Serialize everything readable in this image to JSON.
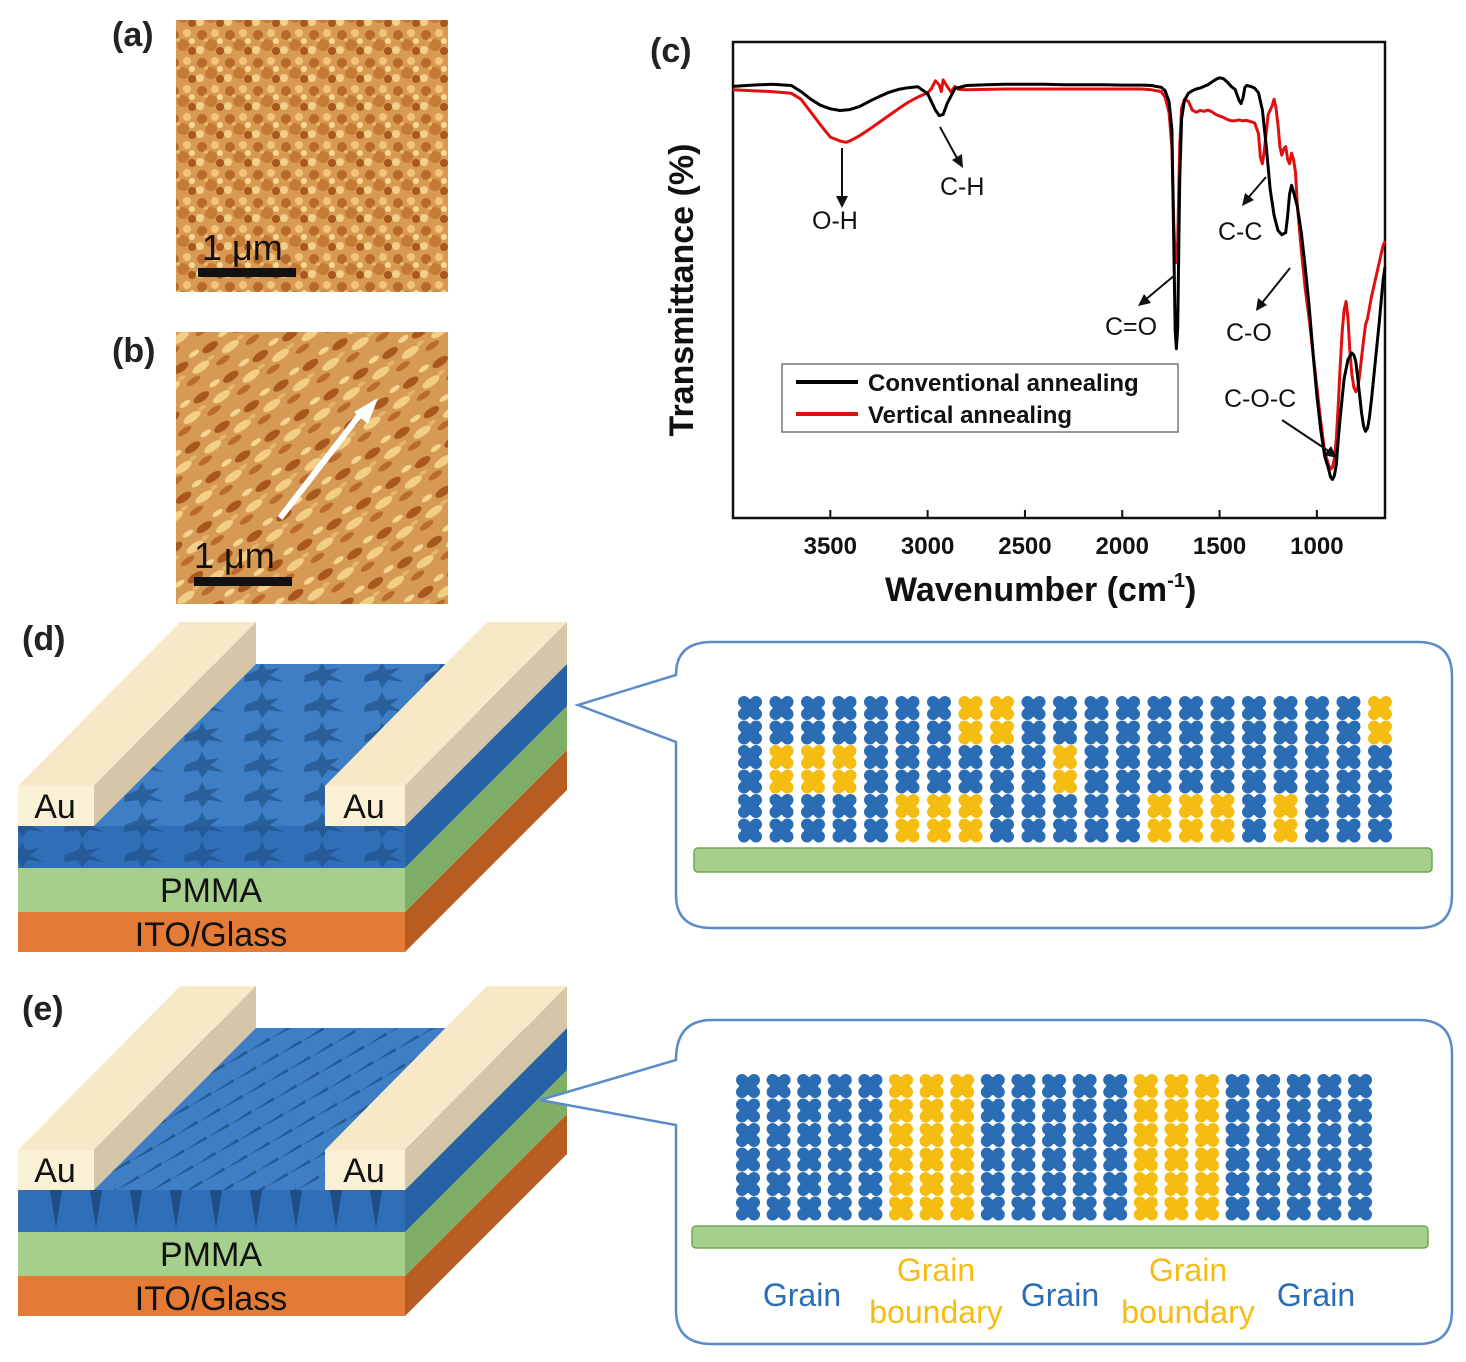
{
  "panels": {
    "a": "(a)",
    "b": "(b)",
    "c": "(c)",
    "d": "(d)",
    "e": "(e)"
  },
  "afm": {
    "scale_a": "1 μm",
    "scale_b": "1 μm"
  },
  "colors": {
    "afm_dark": "#a0521c",
    "afm_light": "#f2cf86",
    "conventional": "#000000",
    "vertical": "#e01010",
    "gold": "#f7e9c8",
    "perovskite": "#2e6fb7",
    "pmma": "#a6cf8c",
    "ito": "#e37b36",
    "grain_blue": "#2a6db5",
    "boundary_yellow": "#f5bc12"
  },
  "chart_data": {
    "type": "line",
    "title": "",
    "xlabel": "Wavenumber (cm",
    "xlabel_sup": "-1",
    "xlabel_end": ")",
    "ylabel": "Transmittance (%)",
    "xlim": [
      4000,
      650
    ],
    "ylim": [
      0,
      100
    ],
    "x_ticks": [
      3500,
      3000,
      2500,
      2000,
      1500,
      1000
    ],
    "y_ticks": [],
    "grid": false,
    "legend_position": "center",
    "series": [
      {
        "name": "Conventional annealing",
        "x": [
          4000,
          3900,
          3800,
          3700,
          3650,
          3600,
          3550,
          3500,
          3450,
          3400,
          3350,
          3300,
          3250,
          3200,
          3150,
          3100,
          3050,
          3000,
          2960,
          2940,
          2920,
          2900,
          2860,
          2800,
          2700,
          2600,
          2500,
          2400,
          2300,
          2200,
          2100,
          2000,
          1900,
          1850,
          1800,
          1780,
          1760,
          1745,
          1735,
          1728,
          1722,
          1715,
          1705,
          1695,
          1680,
          1660,
          1640,
          1620,
          1600,
          1580,
          1560,
          1540,
          1520,
          1500,
          1480,
          1460,
          1440,
          1420,
          1400,
          1390,
          1380,
          1370,
          1360,
          1340,
          1320,
          1300,
          1280,
          1260,
          1240,
          1220,
          1200,
          1180,
          1160,
          1150,
          1140,
          1130,
          1120,
          1100,
          1080,
          1060,
          1040,
          1020,
          1000,
          980,
          960,
          940,
          930,
          920,
          910,
          900,
          890,
          880,
          860,
          840,
          820,
          810,
          800,
          790,
          780,
          770,
          760,
          750,
          740,
          730,
          720,
          700,
          680,
          660,
          650
        ],
        "y": [
          92.0,
          92.3,
          92.5,
          92.2,
          90.8,
          89.0,
          87.6,
          86.8,
          86.4,
          86.6,
          87.3,
          88.5,
          89.6,
          90.6,
          91.3,
          91.7,
          91.9,
          90.3,
          86.5,
          85.2,
          85.5,
          88.0,
          91.5,
          92.2,
          92.4,
          92.5,
          92.5,
          92.5,
          92.4,
          92.4,
          92.4,
          92.3,
          92.3,
          92.2,
          91.8,
          91.0,
          88.5,
          82.0,
          55.0,
          35.0,
          31.0,
          36.0,
          70.0,
          84.5,
          88.8,
          90.4,
          91.0,
          91.4,
          91.6,
          92.0,
          92.4,
          93.0,
          93.6,
          94.0,
          93.8,
          93.0,
          92.0,
          91.3,
          88.8,
          88.0,
          89.2,
          91.8,
          92.2,
          92.0,
          91.6,
          90.5,
          86.5,
          78.0,
          68.0,
          62.0,
          58.5,
          57.5,
          58.0,
          62.0,
          67.0,
          69.0,
          67.5,
          64.0,
          58.0,
          50.0,
          41.0,
          30.0,
          20.0,
          12.0,
          6.0,
          3.0,
          1.2,
          0.6,
          1.5,
          4.0,
          10.0,
          15.0,
          24.0,
          28.5,
          30.0,
          29.5,
          28.0,
          24.0,
          20.0,
          16.0,
          13.0,
          11.8,
          12.5,
          15.0,
          19.0,
          28.0,
          37.0,
          47.0,
          50.0
        ]
      },
      {
        "name": "Vertical annealing",
        "x": [
          4000,
          3900,
          3800,
          3700,
          3650,
          3600,
          3550,
          3500,
          3450,
          3420,
          3400,
          3350,
          3300,
          3250,
          3200,
          3150,
          3100,
          3050,
          3000,
          2980,
          2960,
          2940,
          2930,
          2920,
          2900,
          2880,
          2860,
          2840,
          2800,
          2700,
          2600,
          2500,
          2400,
          2300,
          2200,
          2100,
          2000,
          1900,
          1850,
          1800,
          1780,
          1760,
          1745,
          1735,
          1728,
          1722,
          1715,
          1705,
          1695,
          1680,
          1660,
          1640,
          1620,
          1600,
          1580,
          1560,
          1540,
          1520,
          1500,
          1480,
          1460,
          1440,
          1420,
          1400,
          1380,
          1360,
          1340,
          1320,
          1300,
          1290,
          1280,
          1270,
          1260,
          1250,
          1240,
          1230,
          1220,
          1210,
          1200,
          1190,
          1180,
          1170,
          1160,
          1150,
          1140,
          1130,
          1120,
          1110,
          1100,
          1080,
          1060,
          1040,
          1020,
          1000,
          980,
          960,
          940,
          930,
          920,
          910,
          900,
          890,
          880,
          870,
          860,
          850,
          840,
          830,
          820,
          810,
          800,
          790,
          780,
          770,
          760,
          750,
          740,
          720,
          700,
          680,
          660,
          650
        ],
        "y": [
          91.2,
          91.0,
          90.8,
          90.4,
          89.0,
          86.0,
          83.0,
          80.2,
          79.3,
          79.0,
          79.3,
          80.5,
          82.0,
          83.6,
          85.2,
          86.8,
          88.3,
          89.5,
          90.5,
          91.5,
          93.3,
          92.3,
          90.8,
          93.5,
          92.0,
          90.7,
          92.0,
          91.3,
          91.2,
          91.3,
          91.4,
          91.4,
          91.4,
          91.4,
          91.4,
          91.4,
          91.4,
          91.4,
          91.2,
          90.8,
          89.5,
          86.0,
          78.0,
          60.0,
          52.0,
          51.0,
          56.0,
          78.0,
          87.0,
          89.0,
          88.5,
          86.5,
          86.0,
          86.4,
          86.2,
          86.5,
          86.1,
          85.5,
          85.1,
          84.8,
          84.3,
          84.0,
          84.0,
          84.2,
          84.0,
          84.1,
          83.8,
          83.5,
          81.0,
          75.5,
          74.0,
          77.0,
          81.5,
          85.5,
          86.5,
          87.5,
          89.0,
          87.0,
          83.0,
          78.0,
          76.0,
          77.5,
          78.0,
          75.0,
          74.0,
          76.5,
          75.0,
          72.0,
          64.0,
          54.0,
          45.0,
          38.0,
          30.0,
          22.0,
          14.0,
          7.0,
          4.0,
          3.0,
          3.4,
          5.5,
          10.0,
          18.0,
          27.0,
          35.0,
          40.0,
          42.0,
          38.0,
          30.0,
          25.0,
          22.0,
          21.0,
          22.0,
          25.0,
          29.0,
          33.0,
          36.5,
          38.0,
          43.0,
          47.0,
          51.0,
          55.0,
          56.0
        ]
      }
    ],
    "peak_labels": [
      "O-H",
      "C-H",
      "C=O",
      "C-C",
      "C-O",
      "C-O-C"
    ]
  },
  "device": {
    "au_left": "Au",
    "au_right": "Au",
    "pmma": "PMMA",
    "ito": "ITO/Glass"
  },
  "schematic": {
    "grain": "Grain",
    "grain_boundary_1": "Grain",
    "grain_boundary_2": "boundary"
  }
}
